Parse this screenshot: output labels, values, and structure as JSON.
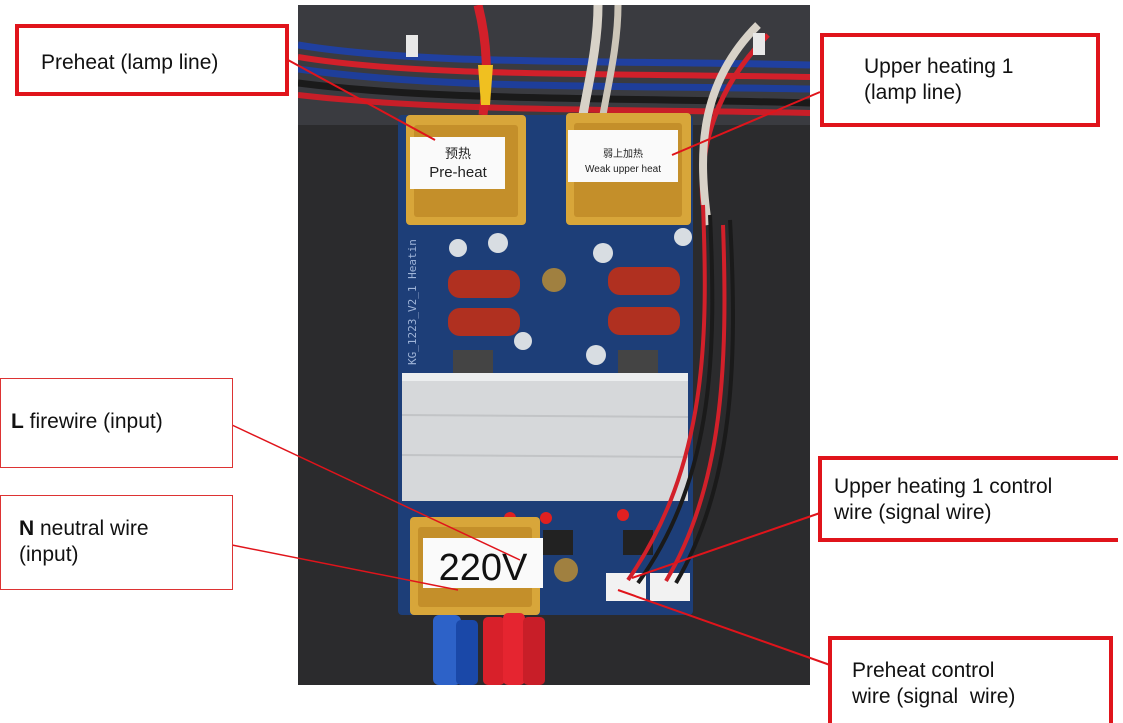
{
  "callouts": {
    "preheat_lamp": "Preheat (lamp line)",
    "upper_heating_lamp_1": "Upper heating 1",
    "upper_heating_lamp_2": "(lamp line)",
    "l_prefix": "L",
    "l_text": " firewire (input)",
    "n_prefix": "N",
    "n_text": " neutral wire",
    "n_text2": " (input)",
    "upper_ctrl_1": "Upper heating 1 control",
    "upper_ctrl_2": "wire (signal wire)",
    "preheat_ctrl_1": "Preheat control",
    "preheat_ctrl_2": "wire (signal  wire)"
  },
  "photo_labels": {
    "preheat_cn": "预热",
    "preheat_en": "Pre-heat",
    "weak_cn": "弱上加热",
    "weak_en": "Weak upper heat",
    "voltage": "220V",
    "board_text": "KG_1223_V2_1 Heatin"
  },
  "colors": {
    "callout_border": "#e0141b",
    "leader_line": "#e0141b",
    "relay_amber": "#d8a63a",
    "pcb_blue": "#1d3e78",
    "background_panel": "#2b2b2d"
  }
}
